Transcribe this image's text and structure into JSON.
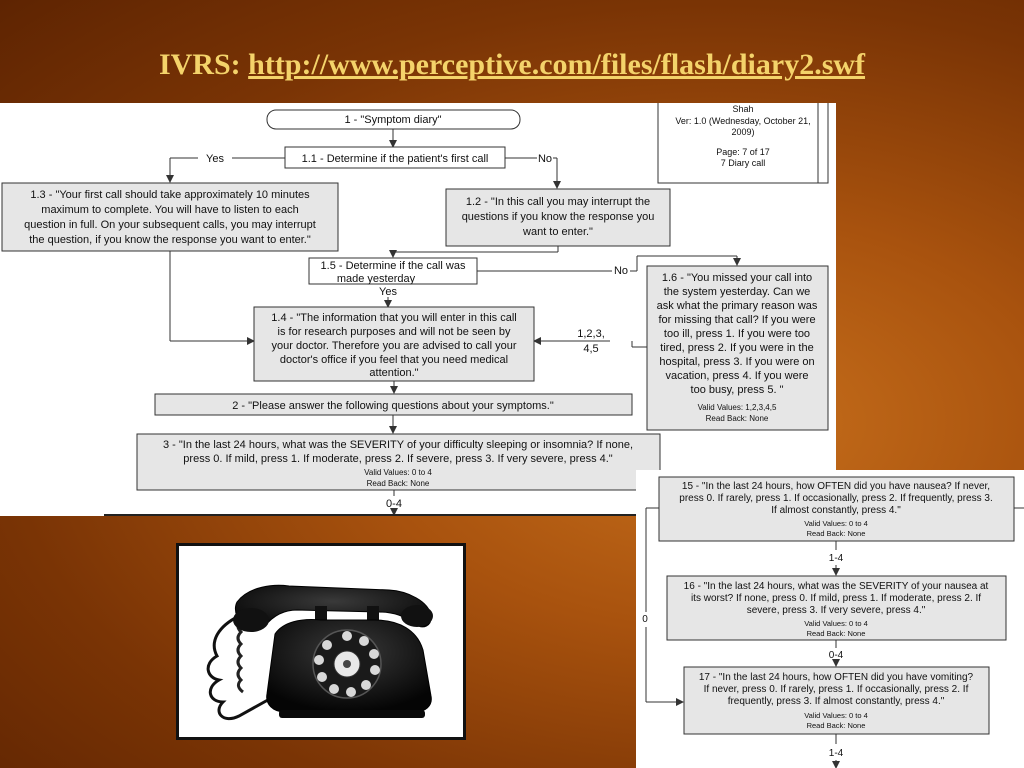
{
  "title": {
    "prefix": "IVRS:",
    "link": "http://www.perceptive.com/files/flash/diary2.swf"
  },
  "flow_top": {
    "start": "1 - \"Symptom diary\"",
    "info": [
      "Shah",
      "Ver: 1.0 (Wednesday, October 21,",
      "2009)",
      "Page: 7 of 17",
      "7 Diary call"
    ],
    "n11": "1.1 - Determine if the patient's first call",
    "yes": "Yes",
    "no": "No",
    "n13": [
      "1.3 - \"Your first call should take approximately 10 minutes",
      "maximum to complete.  You will have to listen to each",
      "question in full.  On your subsequent calls, you may interrupt",
      "the question, if you know the response you want to enter.\""
    ],
    "n12": [
      "1.2 - \"In this call you may interrupt the",
      "questions if you know the response you",
      "want to enter.\""
    ],
    "n15": [
      "1.5 - Determine if the call was",
      "made yesterday"
    ],
    "yes2": "Yes",
    "no2": "No",
    "n16": [
      "1.6 - \"You missed your call into",
      "the system yesterday.  Can we",
      "ask what the primary reason was",
      "for missing that call?  If you were",
      "too ill, press 1.  If you were too",
      "tired, press 2.  If you were in the",
      "hospital, press 3.  If you were on",
      "vacation, press 4.  If you were",
      "too busy, press 5. \""
    ],
    "n16_valid": "Valid Values: 1,2,3,4,5",
    "n16_read": "Read Back: None",
    "codes": [
      "1,2,3,",
      "4,5"
    ],
    "n14": [
      "1.4 - \"The information that you will enter in this call",
      "is for research purposes and will not be seen by",
      "your doctor.  Therefore you are advised to call your",
      "doctor's office if you feel that you need medical",
      "attention.\""
    ],
    "n2": "2 - \"Please answer the following questions about your symptoms.\"",
    "n3": [
      "3 - \"In the last 24 hours, what was the SEVERITY of your difficulty sleeping or insomnia?  If none,",
      "press 0.  If mild, press 1.  If moderate, press 2.  If severe, press 3.  If very severe, press 4.\""
    ],
    "n3_valid": "Valid Values: 0 to 4",
    "n3_read": "Read Back: None",
    "range": "0-4"
  },
  "flow_right": {
    "n15": [
      "15 - \"In the last 24 hours, how OFTEN did you have nausea?  If never,",
      "press 0.  If rarely, press 1. If occasionally, press 2. If frequently, press 3.",
      "If almost constantly, press 4.\""
    ],
    "n15_valid": "Valid Values: 0 to 4",
    "n15_read": "Read Back: None",
    "r1": "1-4",
    "n16": [
      "16 - \"In the last 24 hours, what was the SEVERITY of your nausea at",
      "its worst?  If none, press 0.  If mild, press 1.  If moderate, press 2.  If",
      "severe, press 3.  If very severe, press 4.\""
    ],
    "n16_valid": "Valid Values: 0 to 4",
    "n16_read": "Read Back: None",
    "r2": "0-4",
    "zero": "0",
    "n17": [
      "17 - \"In the last 24 hours, how OFTEN did you have vomiting?",
      "If never, press 0.  If rarely, press 1. If occasionally, press 2. If",
      "frequently, press 3.  If almost constantly, press 4.\""
    ],
    "n17_valid": "Valid Values: 0 to 4",
    "n17_read": "Read Back: None",
    "r3": "1-4"
  },
  "image": {
    "icon": "rotary-telephone-icon"
  }
}
